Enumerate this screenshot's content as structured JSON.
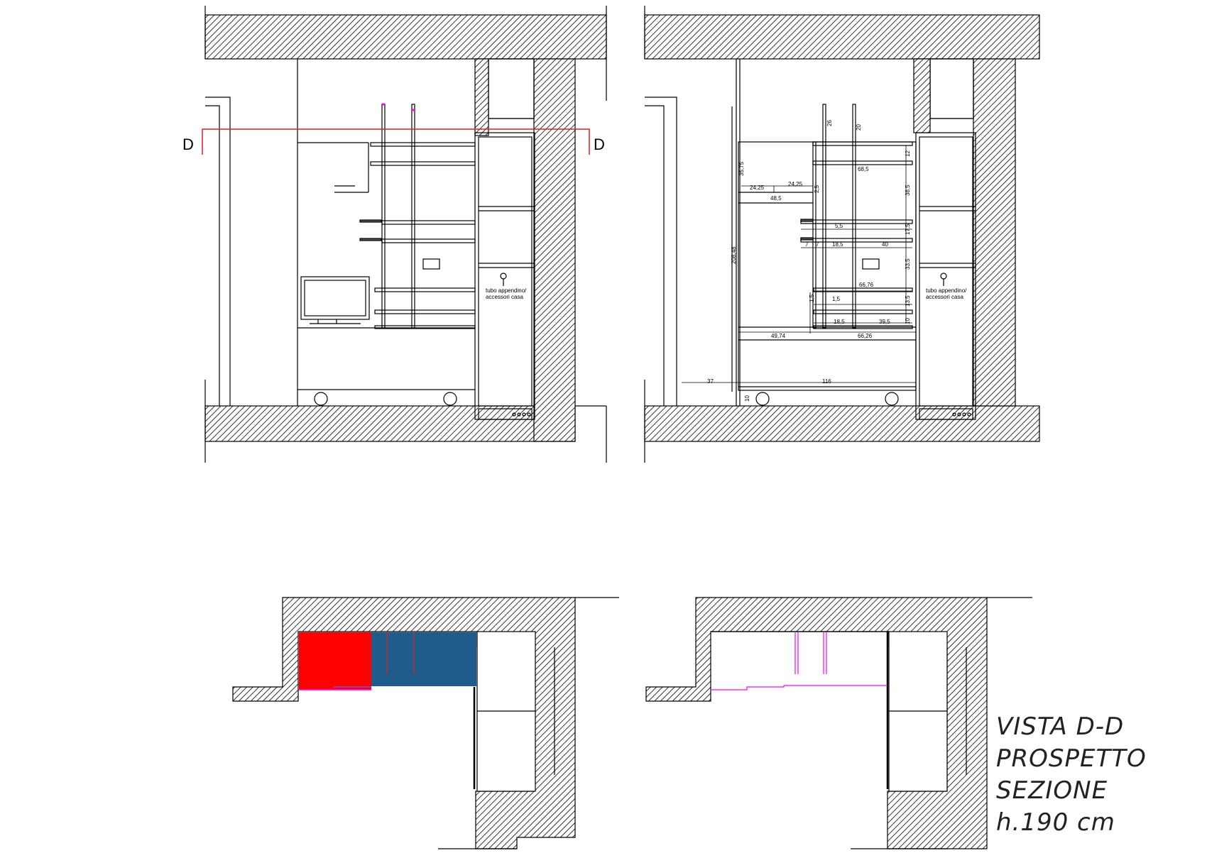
{
  "section_marker": {
    "left": "D",
    "right": "D"
  },
  "labels": {
    "hanger_tube_line1": "tubo appendino/",
    "hanger_tube_line2": "accessori casa"
  },
  "dimensions": {
    "d1": "35,75",
    "d2": "24,25",
    "d3": "24,25",
    "d4": "48,5",
    "d5": "2,5",
    "d6": "26",
    "d7": "20",
    "d8": "68,5",
    "d9": "12",
    "d10": "38,5",
    "d11": "5,5",
    "d12": "17,5",
    "d13": "7",
    "d14": "7",
    "d15": "18,5",
    "d16": "40",
    "d17": "33,5",
    "d18": "208,48",
    "d19": "66,76",
    "d20": "1,5",
    "d21": "1,5",
    "d22": "13,5",
    "d23": "18,5",
    "d24": "39,5",
    "d25": "10",
    "d26": "49,74",
    "d27": "66,26",
    "d28": "37",
    "d29": "116",
    "d30": "10"
  },
  "title": {
    "line1": "VISTA D-D",
    "line2": "PROSPETTO",
    "line3": "SEZIONE",
    "line4": "h.190 cm"
  },
  "colors": {
    "section_line": "#e02020",
    "red_block": "#ff0000",
    "blue_block": "#1f5c8c",
    "magenta": "#ff00ff",
    "wall_hatch": "#000000"
  }
}
